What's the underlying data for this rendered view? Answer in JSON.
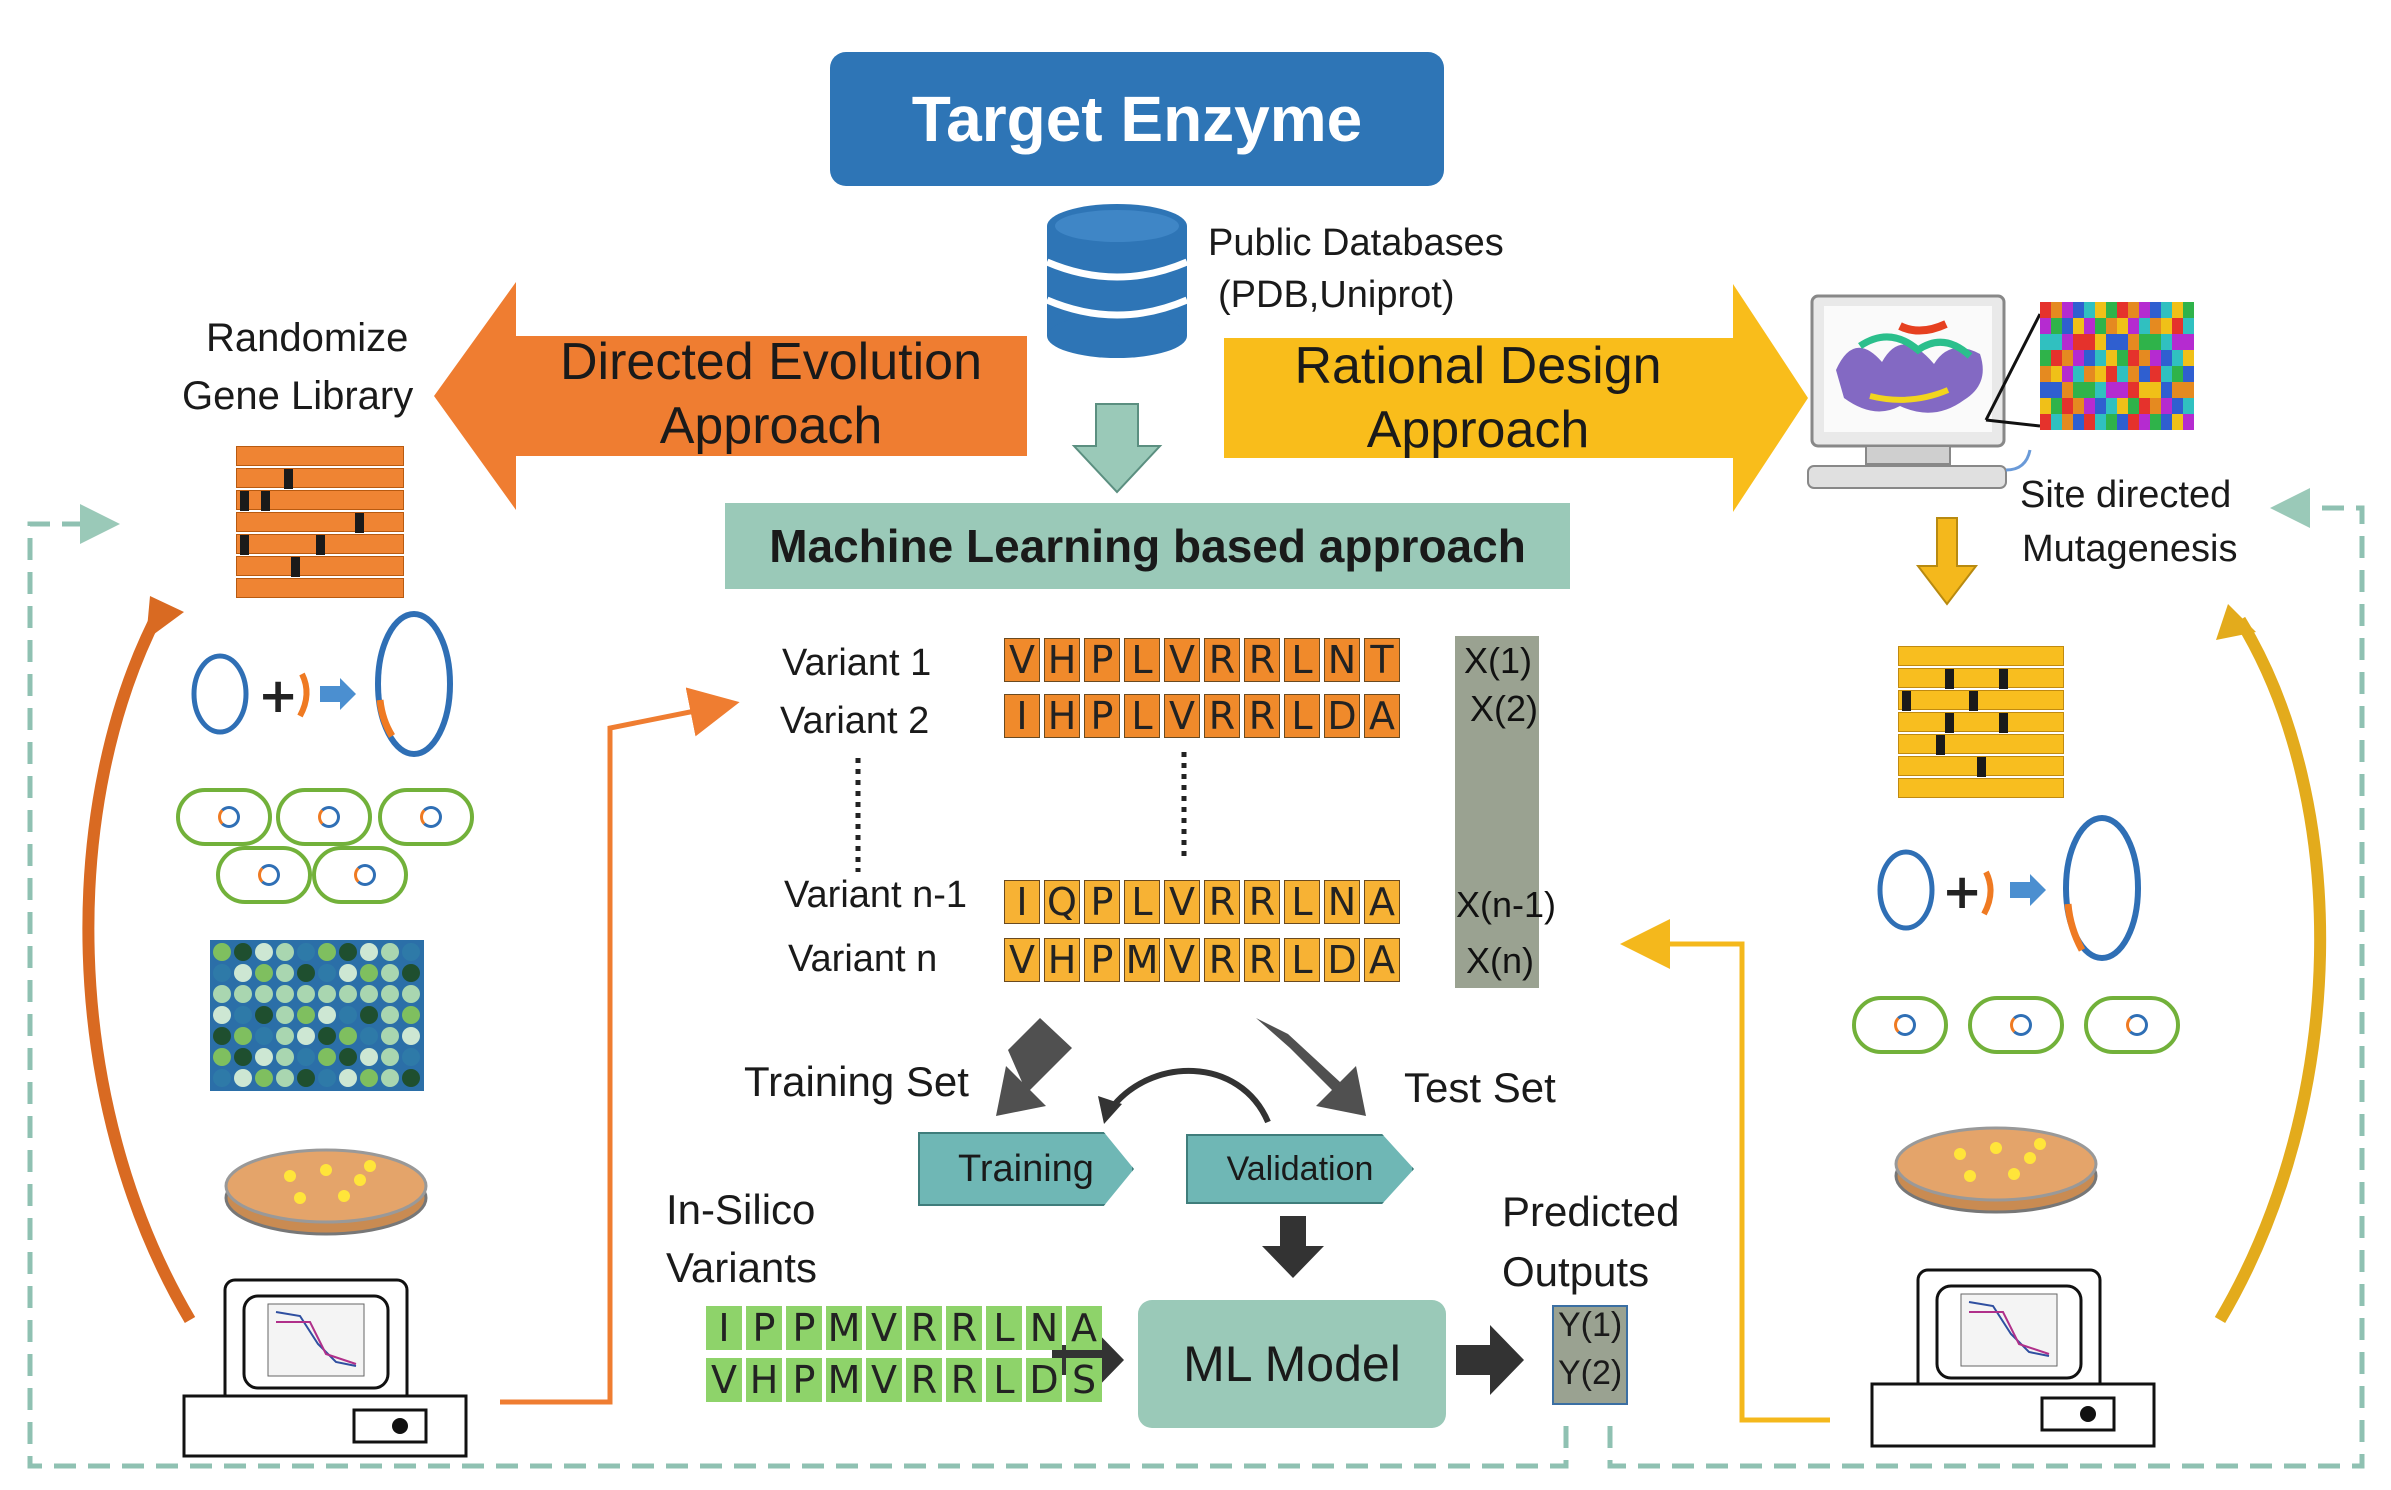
{
  "title": "Target Enzyme",
  "database": {
    "line1": "Public Databases",
    "line2": "(PDB,Uniprot)"
  },
  "left_arrow": {
    "line1": "Directed Evolution",
    "line2": "Approach"
  },
  "right_arrow": {
    "line1": "Rational Design",
    "line2": "Approach"
  },
  "left_header": {
    "line1": "Randomize",
    "line2": "Gene Library"
  },
  "right_header": {
    "line1": "Site directed",
    "line2": "Mutagenesis"
  },
  "ml_banner": "Machine Learning based approach",
  "variants": [
    {
      "label": "Variant 1",
      "sequence": [
        "V",
        "H",
        "P",
        "L",
        "V",
        "R",
        "R",
        "L",
        "N",
        "T"
      ],
      "feature": "X(1)"
    },
    {
      "label": "Variant 2",
      "sequence": [
        "I",
        "H",
        "P",
        "L",
        "V",
        "R",
        "R",
        "L",
        "D",
        "A"
      ],
      "feature": "X(2)"
    },
    {
      "label": "Variant n-1",
      "sequence": [
        "I",
        "Q",
        "P",
        "L",
        "V",
        "R",
        "R",
        "L",
        "N",
        "A"
      ],
      "feature": "X(n-1)"
    },
    {
      "label": "Variant n",
      "sequence": [
        "V",
        "H",
        "P",
        "M",
        "V",
        "R",
        "R",
        "L",
        "D",
        "A"
      ],
      "feature": "X(n)"
    }
  ],
  "training_set": "Training Set",
  "test_set": "Test Set",
  "training": "Training",
  "validation": "Validation",
  "in_silico": {
    "line1": "In-Silico",
    "line2": "Variants"
  },
  "in_silico_seqs": [
    [
      "I",
      "P",
      "P",
      "M",
      "V",
      "R",
      "R",
      "L",
      "N",
      "A"
    ],
    [
      "V",
      "H",
      "P",
      "M",
      "V",
      "R",
      "R",
      "L",
      "D",
      "S"
    ]
  ],
  "ml_model": "ML Model",
  "predicted": {
    "line1": "Predicted",
    "line2": "Outputs"
  },
  "outputs": [
    "Y(1)",
    "Y(2)"
  ],
  "colors": {
    "blue": "#2e75b6",
    "orange": "#ef7d31",
    "yellow": "#f9bd1b",
    "teal": "#9ac9b8",
    "grey_arrow": "#404040"
  }
}
